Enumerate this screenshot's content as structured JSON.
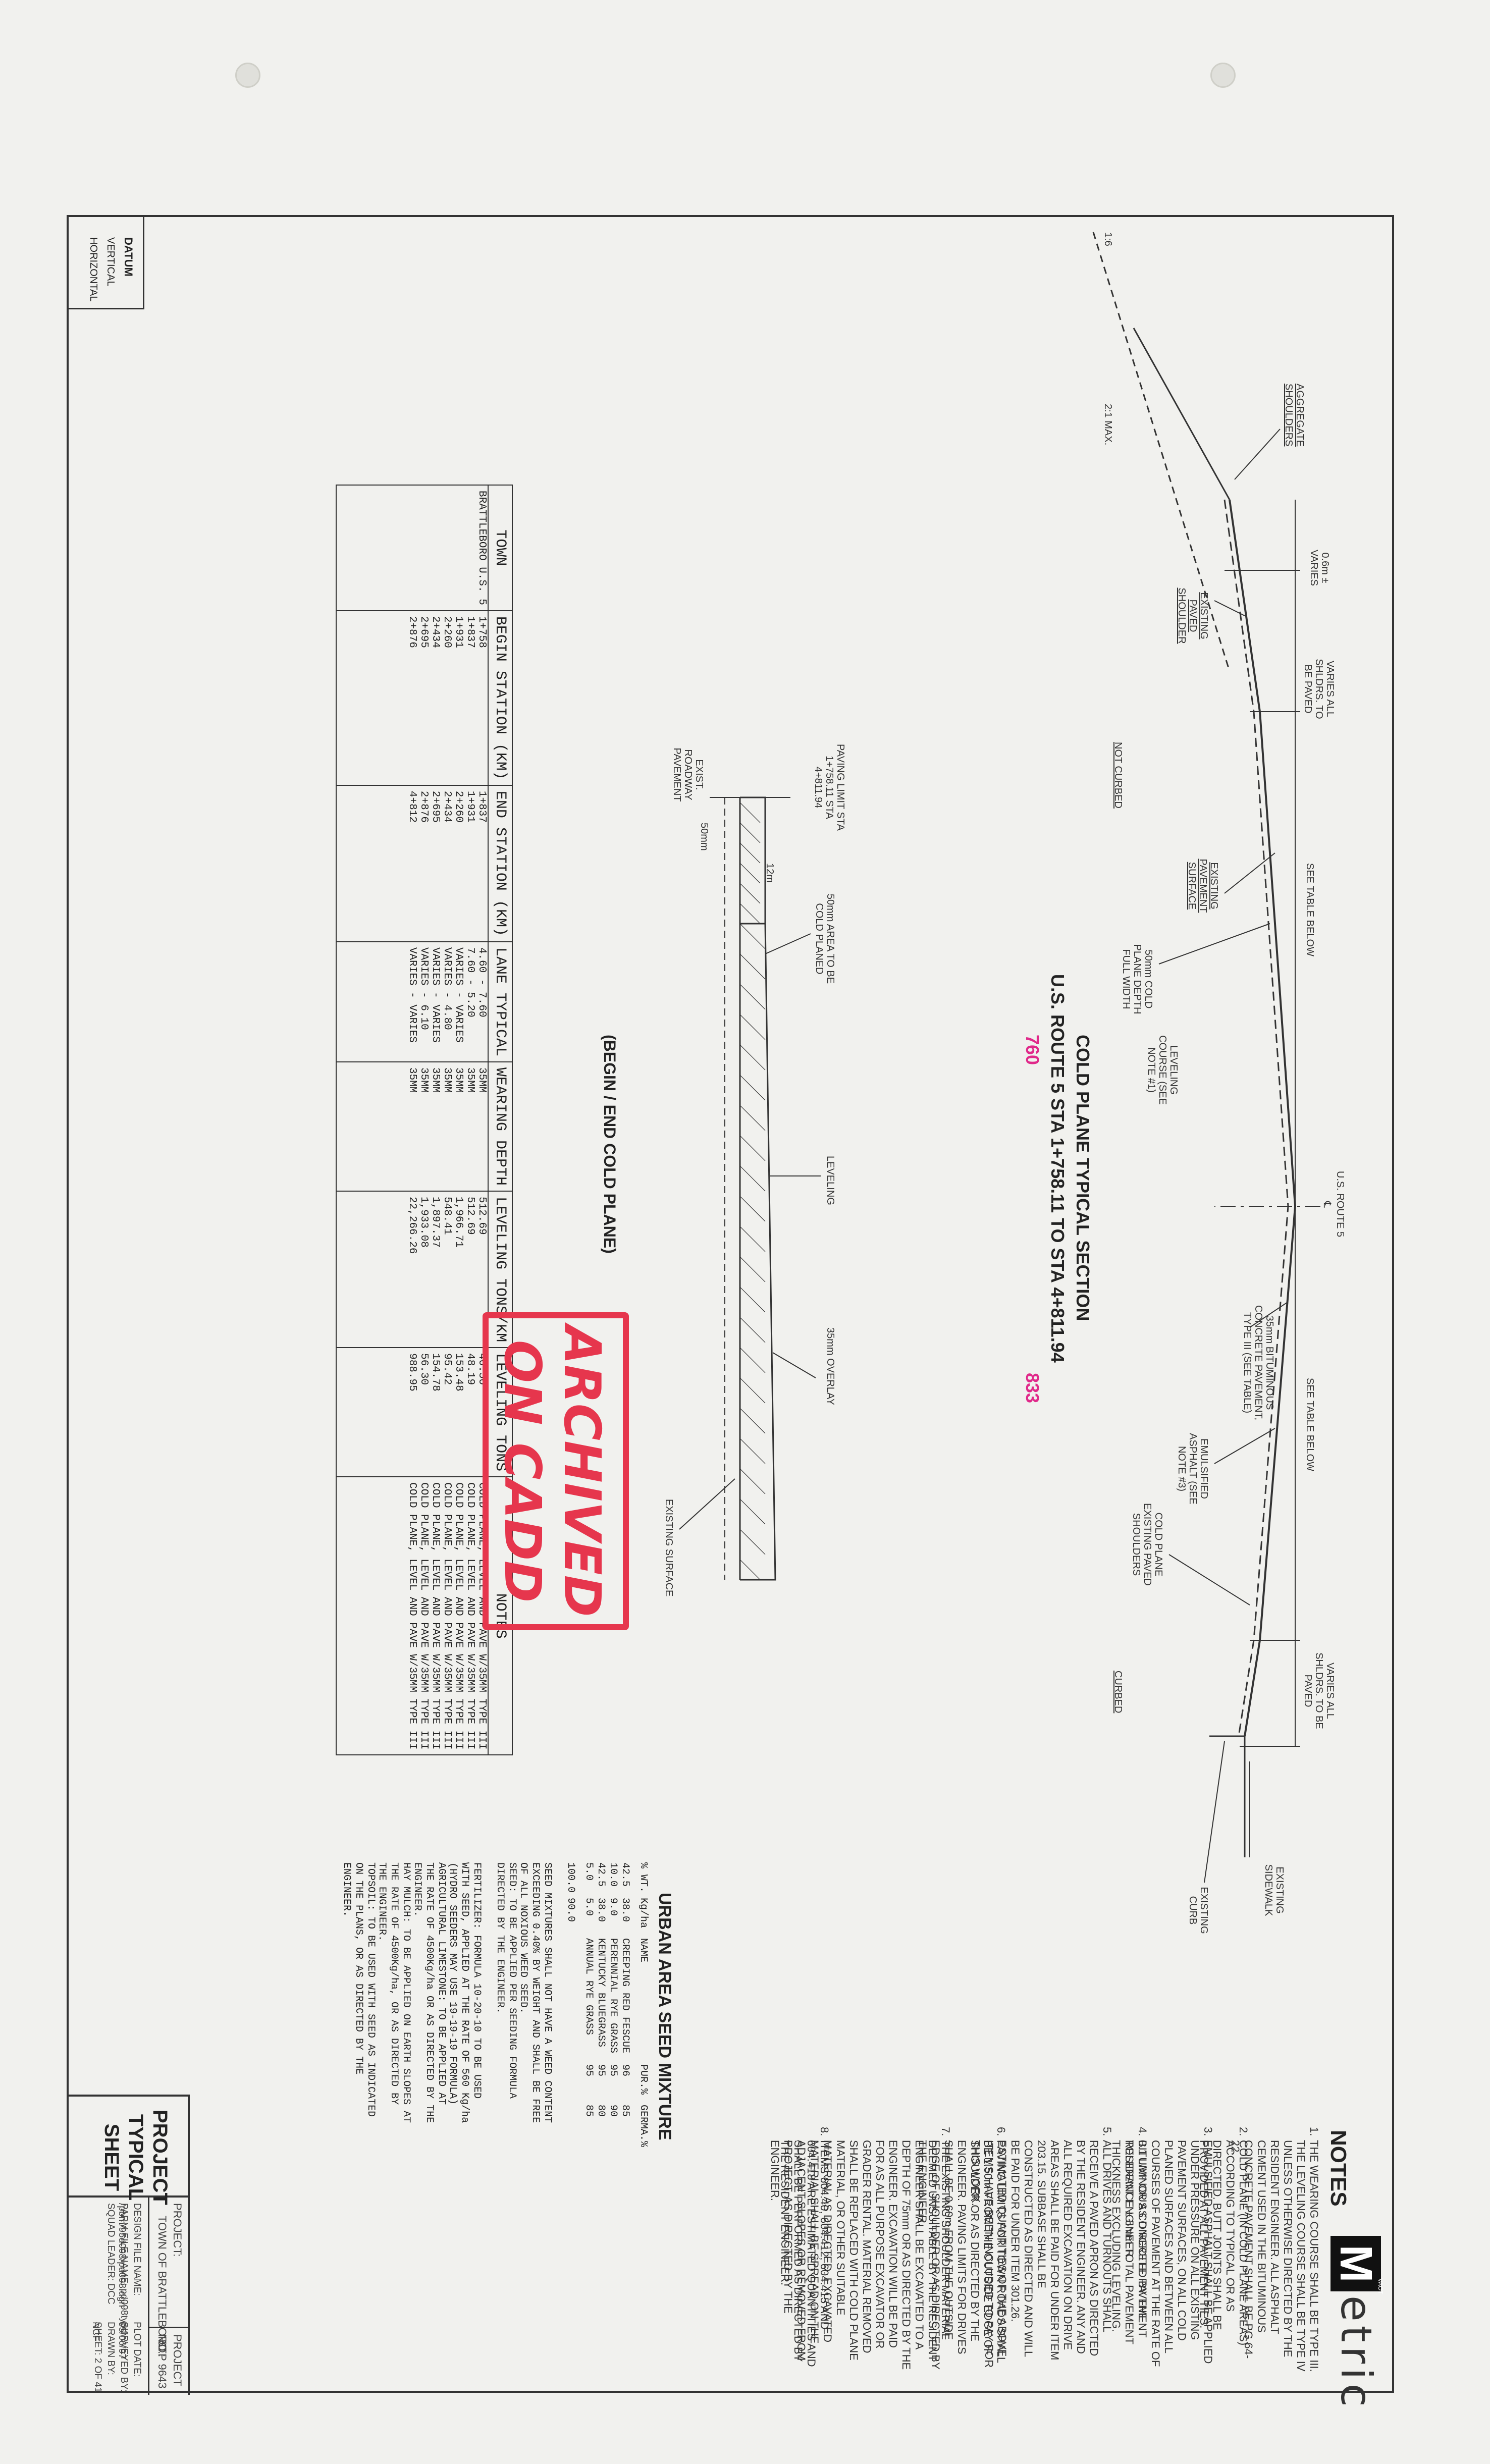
{
  "logo": {
    "mark": "M",
    "text": "etric",
    "small": "VAOT"
  },
  "notes": {
    "title": "NOTES",
    "items": [
      {
        "n": "1.",
        "text": "THE WEARING COURSE SHALL BE TYPE III. THE LEVELING COURSE SHALL BE TYPE IV UNLESS OTHERWISE DIRECTED BY THE RESIDENT ENGINEER. ALL ASPHALT CEMENT USED IN THE BITUMINOUS CONCRETE PAVEMENT SHALL BE PG 64-22."
      },
      {
        "n": "2.",
        "text": "COLD PLANE (IN COLD PLANE AREAS) ACCORDING TO TYPICAL OR AS DIRECTED. BUTT JOINTS SHALL BE PROVIDED AT ALL PAVEMENT TIES."
      },
      {
        "n": "3.",
        "text": "EMULSIFIED ASPHALT SHALL BE APPLIED UNDER PRESSURE ON ALL EXISTING PAVEMENT SURFACES, ON ALL COLD PLANED SURFACES AND BETWEEN ALL COURSES OF PAVEMENT AT THE RATE OF 0.1 L/M² OR AS DIRECTED BY THE RESIDENT ENGINEER."
      },
      {
        "n": "4.",
        "text": "BITUMINOUS CONCRETE PAVEMENT TOLERANCE ± 5mm TOTAL PAVEMENT THICKNESS EXCLUDING LEVELING."
      },
      {
        "n": "5.",
        "text": "ALL DRIVES AND TURNOUTS SHALL RECEIVE A PAVED APRON AS DIRECTED BY THE RESIDENT ENGINEER. ANY AND ALL REQUIRED EXCAVATION ON DRIVE AREAS SHALL BE PAID FOR UNDER ITEM 203.15. SUBBASE SHALL BE CONSTRUCTED AS DIRECTED AND WILL BE PAID FOR UNDER ITEM 301.26. ESTIMATED QUANTITIES OF THE ABOVE ITEMS HAVE BEEN INCLUDED TO PAY FOR THIS WORK."
      },
      {
        "n": "6.",
        "text": "PAVING LIMITS FOR TOWN ROADS SHALL BE 1.50m FROM THE OUTSIDE EDGE OF SHOULDER OR AS DIRECTED BY THE ENGINEER. PAVING LIMITS FOR DRIVES SHALL BE 0.60m FROM THE OUTSIDE EDGE OF SHOULDER OR AS DIRECTED BY THE ENGINEER."
      },
      {
        "n": "7.",
        "text": "THE EXISTING SHOULDER MATERIAL DEEMED UNSUITABLE BY THE RESIDENT ENGINEER SHALL BE EXCAVATED TO A DEPTH OF 75mm OR AS DIRECTED BY THE ENGINEER. EXCAVATION WILL BE PAID FOR AS ALL PURPOSE EXCAVATOR OR GRADER RENTAL. MATERIAL REMOVED SHALL BE REPLACED WITH COLD PLANE MATERIAL, OR OTHER SUITABLE MATERIAL AS DIRECTED. EXCAVATED MATERIAL SHALL BE SPREAD ON THE ADJACENT SLOPES OR REMOVED FROM PROJECT, AS DIRECTED BY THE ENGINEER."
      },
      {
        "n": "8.",
        "text": "ITEMS 604.40, 604.412, 604.415 AND 604.418 ARE ESTIMATED QUANTITIES AND SHALL BE PERFORMED AS DIRECTED BY THE RESIDENT ENGINEER."
      }
    ]
  },
  "seed": {
    "title": "URBAN AREA SEED MIXTURE",
    "headers": [
      "% WT.",
      "Kg/ha",
      "NAME",
      "PUR.%",
      "GERMA.%"
    ],
    "rows": [
      [
        "42.5",
        "38.0",
        "CREEPING RED FESCUE",
        "96",
        "85"
      ],
      [
        "10.0",
        "9.0",
        "PERENNIAL RYE GRASS",
        "95",
        "90"
      ],
      [
        "42.5",
        "38.0",
        "KENTUCKY BLUEGRASS",
        "95",
        "80"
      ],
      [
        "5.0",
        "5.0",
        "ANNUAL RYE GRASS",
        "95",
        "85"
      ],
      [
        "100.0",
        "90.0",
        "",
        "",
        ""
      ]
    ],
    "text": [
      "SEED MIXTURES SHALL NOT HAVE A WEED CONTENT EXCEEDING 0.40% BY WEIGHT AND SHALL BE FREE OF ALL NOXIOUS WEED SEED.",
      "SEED: TO BE APPLIED PER SEEDING FORMULA DIRECTED BY THE ENGINEER.",
      "FERTILIZER: FORMULA 10-20-10 TO BE USED WITH SEED, APPLIED AT THE RATE OF 560 Kg/ha (HYDRO SEEDERS MAY USE 19-19-19 FORMULA)",
      "AGRICULTURAL LIMESTONE: TO BE APPLIED AT THE RATE OF 4500Kg/ha OR AS DIRECTED BY THE ENGINEER.",
      "HAY MULCH: TO BE APPLIED ON EARTH SLOPES AT THE RATE OF 4500Kg/ha, OR AS DIRECTED BY THE ENGINEER.",
      "TOPSOIL: TO BE USED WITH SEED AS INDICATED ON THE PLANS, OR AS DIRECTED BY THE ENGINEER."
    ]
  },
  "section": {
    "title": "COLD PLANE TYPICAL SECTION",
    "subtitle": "U.S. ROUTE 5 STA 1+758.11 TO STA 4+811.94",
    "magenta_a": "760",
    "magenta_b": "833",
    "labels": {
      "ratio": "1:6",
      "aggregate": "AGGREGATE SHOULDERS",
      "max": "2:1 MAX.",
      "varies06": "0.6m ± VARIES",
      "existing_paved_shoulder": "EXISTING PAVED SHOULDER",
      "varies_all_shldrs": "VARIES ALL SHLDRS. TO BE PAVED",
      "not_curbed": "NOT CURBED",
      "existing_pavement": "EXISTING PAVEMENT SURFACE",
      "see_table_1": "SEE TABLE BELOW",
      "cold_plane_depth": "50mm COLD PLANE DEPTH FULL WIDTH",
      "leveling_course": "LEVELING COURSE (SEE NOTE #1)",
      "us_route": "U.S. ROUTE 5",
      "cl": "℄",
      "see_table_2": "SEE TABLE BELOW",
      "bit_concrete": "35mm BITUMINOUS CONCRETE PAVEMENT, TYPE III (SEE TABLE)",
      "emulsified": "EMULSIFIED ASPHALT (SEE NOTE #3)",
      "cold_plane_shoulders": "COLD PLANE EXISTING PAVED SHOULDERS",
      "curbed": "CURBED",
      "varies_right": "VARIES ALL SHLDRS. TO BE PAVED",
      "existing_sidewalk": "EXISTING SIDEWALK",
      "existing_curb": "EXISTING CURB"
    }
  },
  "detail": {
    "title": "(BEGIN / END COLD PLANE)",
    "paving_limit": "PAVING LIMIT STA 1+758.11 STA 4+811.94",
    "exist_pavement": "EXIST. ROADWAY PAVEMENT",
    "d50": "50mm",
    "area": "50mm AREA TO BE COLD PLANED",
    "leveling": "LEVELING",
    "overlay": "35mm OVERLAY",
    "existing_surface": "EXISTING SURFACE",
    "dim": "12m"
  },
  "table": {
    "headers": [
      "TOWN",
      "BEGIN STATION (KM)",
      "END STATION (KM)",
      "LANE TYPICAL",
      "WEARING DEPTH",
      "LEVELING TONS/KM",
      "LEVELING TONS",
      "NOTES"
    ],
    "rows": [
      [
        "BRATTLEBORO U.S. 5",
        "1+758",
        "1+837",
        "4.60 - 7.60",
        "35MM",
        "512.69",
        "40.50",
        "COLD PLANE, LEVEL AND PAVE W/35MM TYPE III"
      ],
      [
        "",
        "1+837",
        "1+931",
        "7.60 - 5.20",
        "35MM",
        "512.69",
        "48.19",
        "COLD PLANE, LEVEL AND PAVE W/35MM TYPE III"
      ],
      [
        "",
        "1+931",
        "2+260",
        "VARIES - VARIES",
        "35MM",
        "1,966.71",
        "153.48",
        "COLD PLANE, LEVEL AND PAVE W/35MM TYPE III"
      ],
      [
        "",
        "2+260",
        "2+434",
        "VARIES - 4.80",
        "35MM",
        "548.41",
        "95.42",
        "COLD PLANE, LEVEL AND PAVE W/35MM TYPE III"
      ],
      [
        "",
        "2+434",
        "2+695",
        "VARIES - VARIES",
        "35MM",
        "1,897.37",
        "154.78",
        "COLD PLANE, LEVEL AND PAVE W/35MM TYPE III"
      ],
      [
        "",
        "2+695",
        "2+876",
        "VARIES - 6.10",
        "35MM",
        "1,933.08",
        "56.30",
        "COLD PLANE, LEVEL AND PAVE W/35MM TYPE III"
      ],
      [
        "",
        "2+876",
        "4+812",
        "VARIES - VARIES",
        "35MM",
        "22,266.26",
        "988.95",
        "COLD PLANE, LEVEL AND PAVE W/35MM TYPE III"
      ]
    ]
  },
  "stamp": {
    "line1": "ARCHIVED",
    "line2": "ON CADD"
  },
  "title_block": {
    "sheet_title": [
      "PROJECT",
      "TYPICAL",
      "SHEET"
    ],
    "project_label": "PROJECT:",
    "project_value": "TOWN OF BRATTLEBORO",
    "project_no_label": "PROJECT NO.:",
    "project_no": "STP 9643",
    "design_file": "DESIGN FILE NAME: /pbm/95d098/pd098.dgn",
    "plot_file": "PARM FILE NAME: pd098typ.f",
    "squad": "SQUAD LEADER: DCC",
    "plot_date": "PLOT DATE: 05/06/97",
    "survey": "SURVEYED BY:",
    "drawn": "DRAWN BY: NCF",
    "sheet": "SHEET: 2 OF 41"
  },
  "datum": {
    "title": "DATUM",
    "vertical": "VERTICAL",
    "horizontal": "HORIZONTAL"
  }
}
